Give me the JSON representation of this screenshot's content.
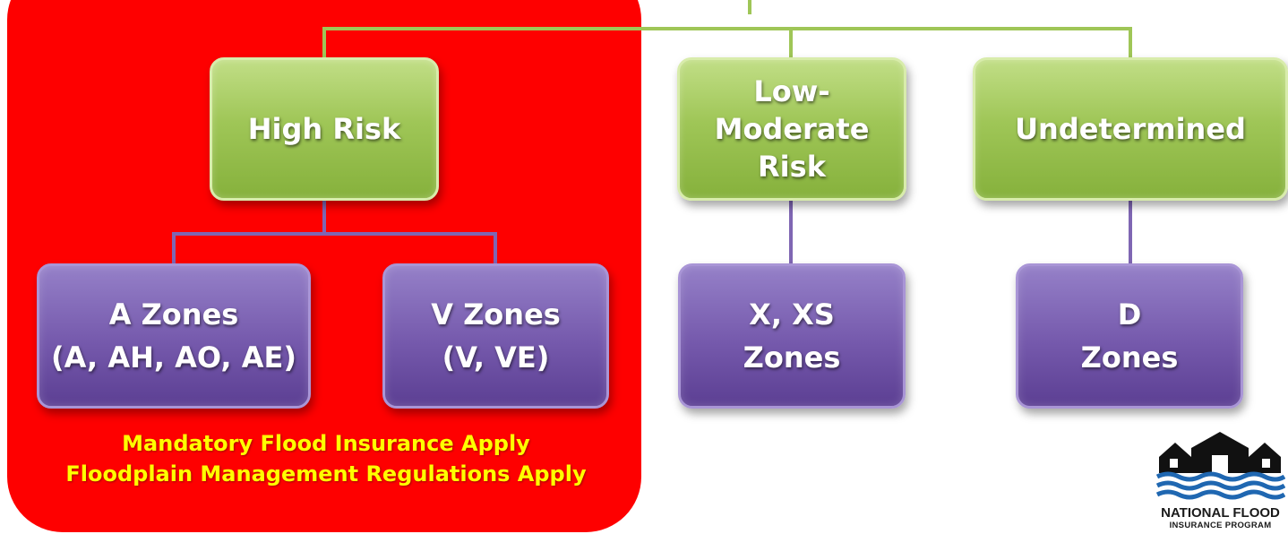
{
  "colors": {
    "high_risk_region": "#fe0000",
    "category_box": "#9fc657",
    "zone_box": "#7559ac",
    "connector_top": "#9fc657",
    "connector_bottom": "#7f66b3",
    "note_text": "#ffff00"
  },
  "categories": {
    "high": [
      "High Risk"
    ],
    "low": [
      "Low-",
      "Moderate",
      "Risk"
    ],
    "undetermined": [
      "Undetermined"
    ]
  },
  "zones": {
    "a": [
      "A Zones",
      "(A, AH, AO, AE)"
    ],
    "v": [
      "V Zones",
      "(V, VE)"
    ],
    "x": [
      "X, XS",
      "Zones"
    ],
    "d": [
      "D",
      "Zones"
    ]
  },
  "notes": {
    "line1": "Mandatory Flood Insurance Apply",
    "line2": "Floodplain Management Regulations Apply"
  },
  "logo": {
    "icon": "houses-over-waves-icon",
    "line1": "NATIONAL FLOOD",
    "line2": "INSURANCE PROGRAM"
  }
}
